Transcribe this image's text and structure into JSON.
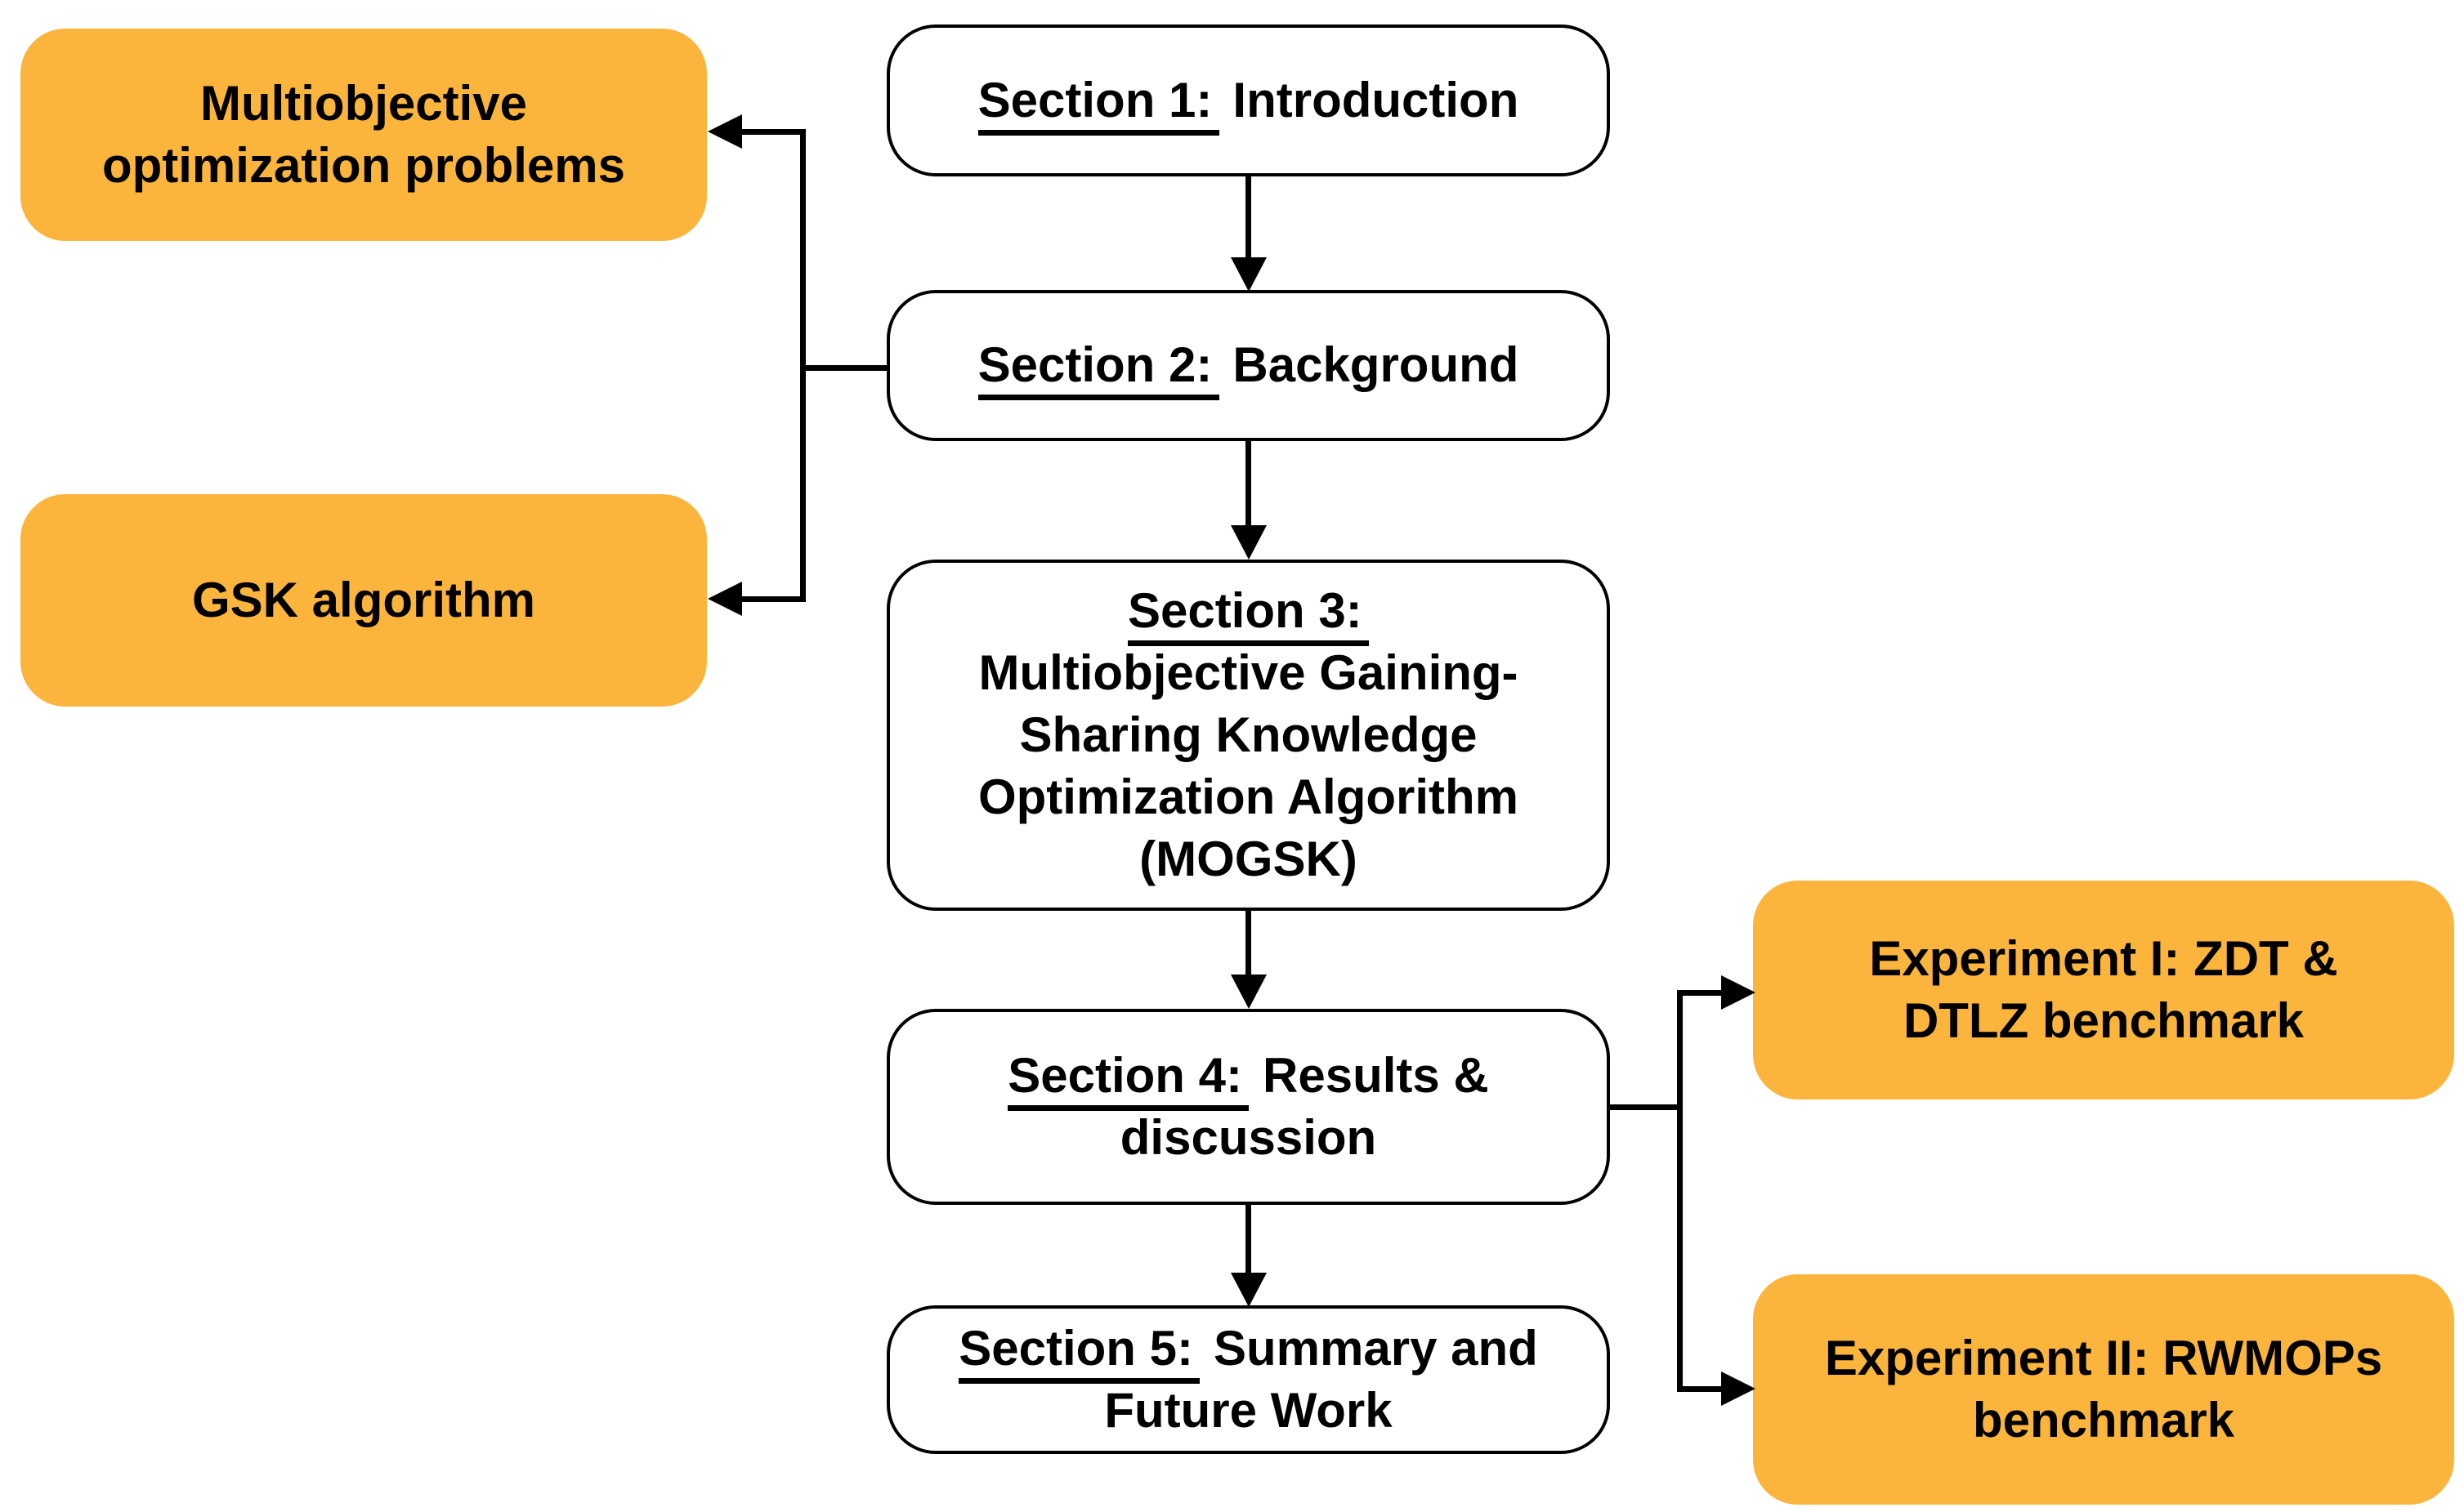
{
  "sections": [
    {
      "label": "Section 1:",
      "rest": " Introduction"
    },
    {
      "label": "Section 2:",
      "rest": " Background"
    },
    {
      "label": "Section 3:",
      "rest": "\nMultiobjective Gaining-\nSharing Knowledge\nOptimization Algorithm\n(MOGSK)"
    },
    {
      "label": "Section 4:",
      "rest": " Results &\ndiscussion"
    },
    {
      "label": "Section 5:",
      "rest": " Summary and\nFuture Work"
    }
  ],
  "notes": [
    {
      "text": "Multiobjective\noptimization problems"
    },
    {
      "text": "GSK algorithm"
    },
    {
      "text": "Experiment I: ZDT &\nDTLZ benchmark"
    },
    {
      "text": "Experiment II: RWMOPs\nbenchmark"
    }
  ],
  "colors": {
    "note_fill": "#FBB53D",
    "section_fill": "#FFFFFF",
    "outline": "#000000",
    "text": "#000000"
  }
}
